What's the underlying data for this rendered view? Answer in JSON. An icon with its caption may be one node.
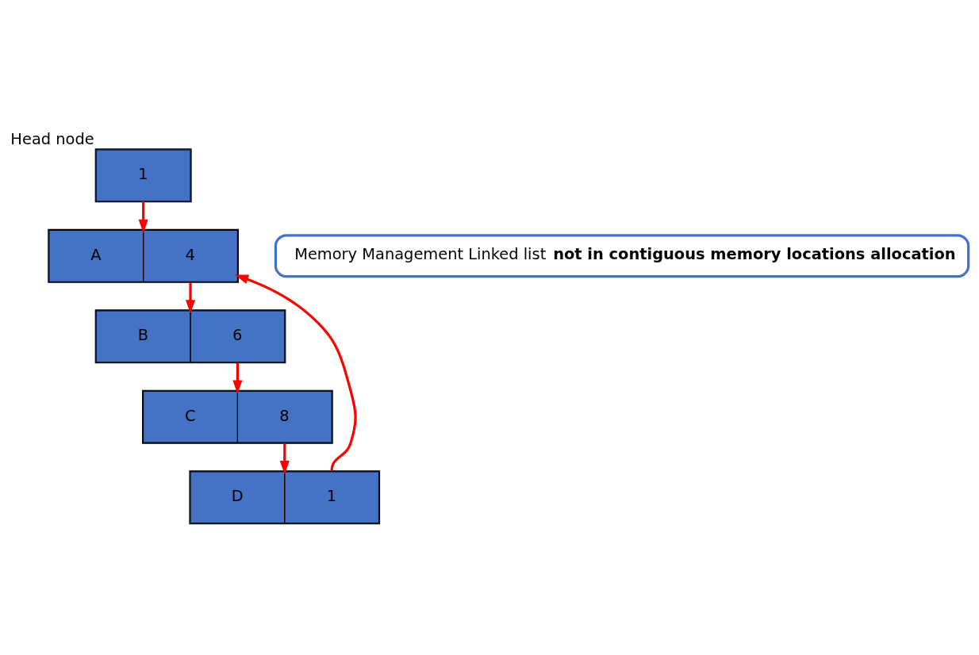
{
  "diagram": {
    "nodes": [
      {
        "text": [
          "1"
        ],
        "beside": [
          "Head node"
        ]
      },
      {
        "text": [
          "A",
          "4"
        ]
      },
      {
        "text": [
          "B",
          "6"
        ]
      },
      {
        "text": [
          "C",
          "8"
        ]
      },
      {
        "text": [
          "D",
          "1"
        ]
      },
      {
        "text": [
          "Memory Management Linked list **not in contiguous memory locations allocation**"
        ]
      }
    ],
    "edges": [
      {
        "from": 0,
        "to": 1,
        "arrow": "to"
      },
      {
        "from": 1,
        "to": 2,
        "arrow": "to"
      },
      {
        "from": 2,
        "to": 3,
        "arrow": "to"
      },
      {
        "from": 3,
        "to": 4,
        "arrow": "to"
      },
      {
        "from": 4,
        "to": 1,
        "arrow": "to"
      }
    ]
  }
}
